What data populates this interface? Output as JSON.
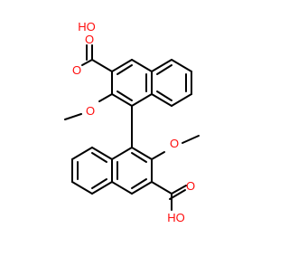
{
  "colors": {
    "bond": "#000000",
    "oxygen": "#ff0d0d",
    "background": "#ffffff"
  },
  "atoms": {
    "top_carbonyl_o": "O",
    "top_hydroxyl": "HO",
    "top_methoxy_o": "O",
    "bottom_methoxy_o": "O",
    "bottom_carbonyl_o": "O",
    "bottom_hydroxyl": "HO"
  }
}
